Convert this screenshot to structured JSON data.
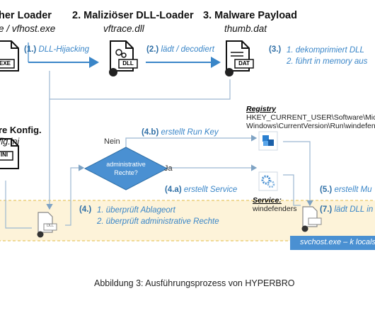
{
  "headers": {
    "h1_title": "her Loader",
    "h1_sub": "e / vfhost.exe",
    "h2_title": "2. Maliziöser DLL-Loader",
    "h2_sub": "vftrace.dll",
    "h3_title": "3. Malware Payload",
    "h3_sub": "thumb.dat"
  },
  "config": {
    "title": "re Konfig.",
    "sub": "fig.ini"
  },
  "file_icons": {
    "exe": "EXE",
    "dll": "DLL",
    "dat": "DAT",
    "ini": "INI",
    "dll_small": "DLL"
  },
  "steps": {
    "s1_num": "(1.)",
    "s1_label": "DLL-Hijacking",
    "s2_num": "(2.)",
    "s2_label": "lädt / decodiert",
    "s3_num": "(3.)",
    "s3_item1": "1.  dekomprimiert DLL",
    "s3_item2": "2.  führt in memory aus",
    "s4_num": "(4.)",
    "s4_item1": "1.  überprüft Ablageort",
    "s4_item2": "2.  überprüft administrative Rechte",
    "s4a_num": "(4.a)",
    "s4a_label": "erstellt Service",
    "s4b_num": "(4.b)",
    "s4b_label": "erstellt Run Key",
    "s5_num": "(5.)",
    "s5_label": "erstellt Mu",
    "s7_num": "(7.)",
    "s7_label": "lädt DLL in"
  },
  "decision": {
    "line1": "administrative",
    "line2": "Rechte?",
    "no": "Nein",
    "yes": "Ja"
  },
  "registry": {
    "title": "Registry",
    "line1": "HKEY_CURRENT_USER\\Software\\Micro",
    "line2": "Windows\\CurrentVersion\\Run\\windefend"
  },
  "service": {
    "title": "Service:",
    "name": "windefenders"
  },
  "svchost": {
    "label": "svchost.exe – k localsy"
  },
  "caption": "Abbildung 3: Ausführungsprozess von HYPERBRO",
  "colors": {
    "accent_blue": "#3a86c8",
    "diamond_blue": "#4a90d2",
    "band_fill": "#fdf3d9",
    "band_border": "#e8c766",
    "svchost_box": "#4a90d2"
  }
}
